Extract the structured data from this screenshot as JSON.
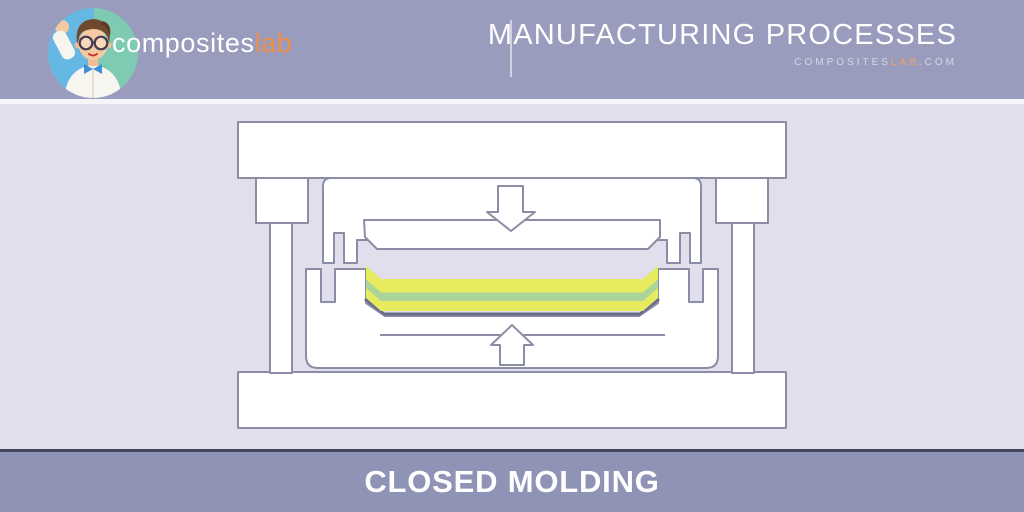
{
  "header": {
    "brand": {
      "name_light": "composites",
      "name_accent": "lab"
    },
    "title": "MANUFACTURING PROCESSES",
    "website": {
      "prefix": "COMPOSITES",
      "accent": "LAB",
      "suffix": ".COM"
    },
    "colors": {
      "bar_bg": "#9a9cbd",
      "brand_accent": "#ef8e49",
      "website_accent": "#eda45f",
      "avatar_bg_left": "#66b8e4",
      "avatar_bg_right": "#7fcab2"
    }
  },
  "diagram": {
    "subject": "compression molding press, open, with composite laminate in lower mold",
    "colors": {
      "background": "#e0dfeb",
      "machine_fill": "#ffffff",
      "machine_stroke": "#8b8da6",
      "laminate_yellow": "#e7ec5e",
      "laminate_green": "#abd49b",
      "mold_surface_line": "#6b6e88"
    }
  },
  "footer": {
    "title": "CLOSED MOLDING",
    "colors": {
      "bar_bg": "#8f93b5",
      "top_line": "#44465f"
    }
  }
}
